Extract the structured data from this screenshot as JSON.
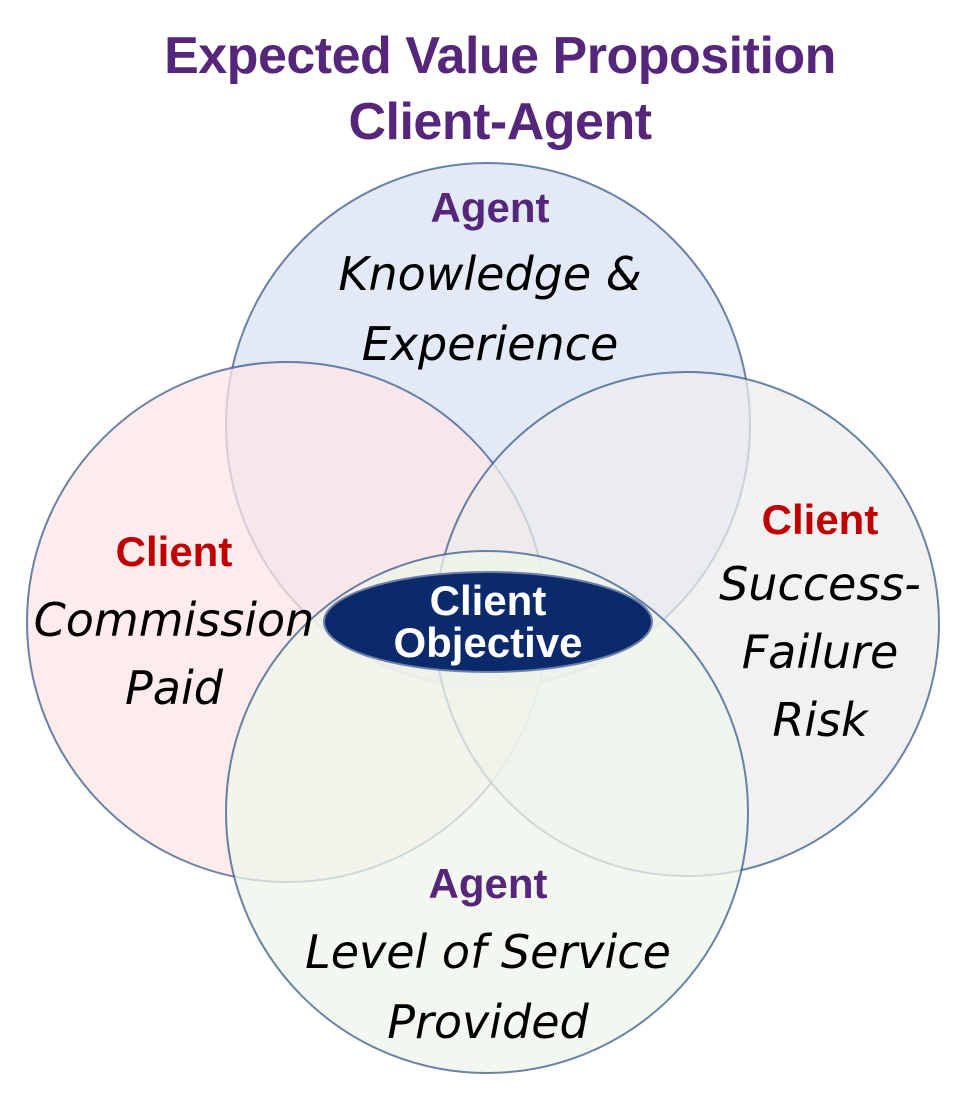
{
  "title": {
    "line1": "Expected Value Proposition",
    "line2": "Client-Agent"
  },
  "colors": {
    "title": "#56267a",
    "agent_label": "#56267a",
    "client_label": "#c00000",
    "body_text": "#000000",
    "circle_stroke": "#3a5a8c",
    "center_fill": "#0b2a6b",
    "center_text": "#ffffff"
  },
  "circles": [
    {
      "id": "top",
      "fill": "#dae3f3",
      "heading": "Agent",
      "heading_role": "agent",
      "lines": [
        "Knowledge &",
        "Experience"
      ]
    },
    {
      "id": "left",
      "fill": "#fde6e6",
      "heading": "Client",
      "heading_role": "client",
      "lines": [
        "Commission",
        "Paid"
      ]
    },
    {
      "id": "right",
      "fill": "#ececec",
      "heading": "Client",
      "heading_role": "client",
      "lines": [
        "Success-",
        "Failure",
        "Risk"
      ]
    },
    {
      "id": "bottom",
      "fill": "#eef5ea",
      "heading": "Agent",
      "heading_role": "agent",
      "lines": [
        "Level of Service",
        "Provided"
      ]
    }
  ],
  "center": {
    "lines": [
      "Client",
      "Objective"
    ]
  }
}
